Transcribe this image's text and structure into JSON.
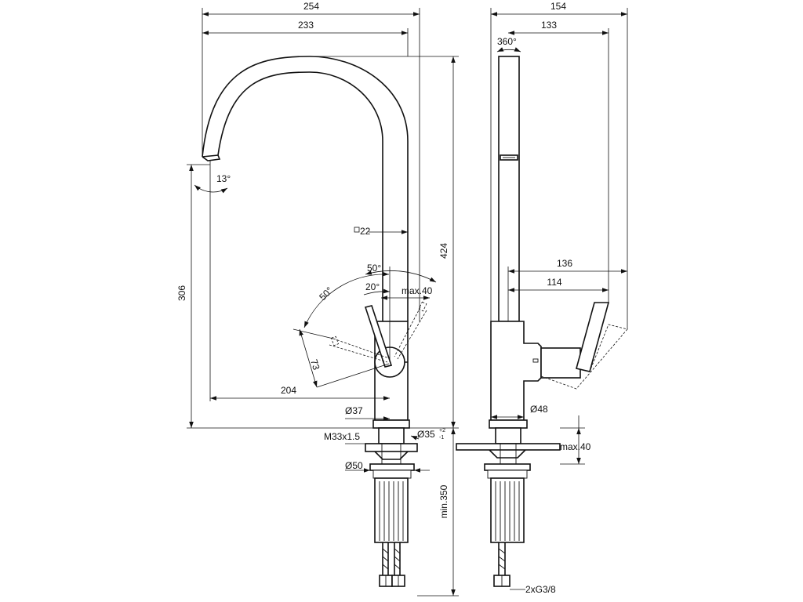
{
  "labels": {
    "d254": "254",
    "d233": "233",
    "d154": "154",
    "d133": "133",
    "d360": "360°",
    "d13": "13°",
    "d22": "22",
    "d424": "424",
    "d306": "306",
    "d50a": "50°",
    "d50b": "50°",
    "d20": "20°",
    "dmax40a": "max.40",
    "d73": "73",
    "d204": "204",
    "d37": "Ø37",
    "dm33": "M33x1.5",
    "d35": "Ø35",
    "d35tol_plus": "+2",
    "d35tol_minus": "-1",
    "d50dia": "Ø50",
    "dmin350": "min.350",
    "d136": "136",
    "d114": "114",
    "d48": "Ø48",
    "dmax40b": "max.40",
    "d2xg": "2xG3/8"
  },
  "colors": {
    "line": "#111111",
    "background": "#ffffff"
  }
}
